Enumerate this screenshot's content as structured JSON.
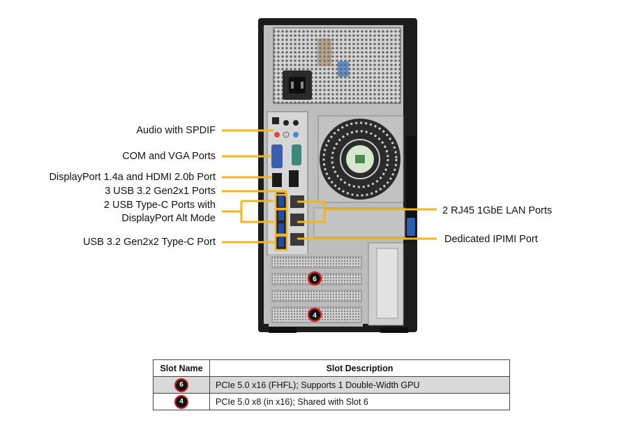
{
  "callouts": {
    "audio": "Audio with SPDIF",
    "com_vga": "COM and VGA Ports",
    "dp_hdmi": "DisplayPort 1.4a and HDMI 2.0b Port",
    "usb_gen2x1": "3 USB 3.2 Gen2x1 Ports",
    "usbc_line1": "2 USB Type-C Ports with",
    "usbc_line2": "DisplayPort Alt Mode",
    "usb_gen2x2": "USB 3.2 Gen2x2 Type-C Port",
    "rj45": "2 RJ45 1GbE LAN Ports",
    "ipmi": "Dedicated IPIMI  Port"
  },
  "slot_badges": [
    "6",
    "4"
  ],
  "table": {
    "headers": [
      "Slot Name",
      "Slot Description"
    ],
    "rows": [
      {
        "slot": "6",
        "description": "PCIe 5.0 x16 (FHFL); Supports 1 Double-Width GPU"
      },
      {
        "slot": "4",
        "description": "PCIe 5.0 x8 (in x16); Shared with Slot 6"
      }
    ]
  },
  "colors": {
    "callout_line": "#f2b51c",
    "badge_ring": "#d32020",
    "chassis": "#1c1c1c",
    "panel": "#c8c8c8"
  }
}
